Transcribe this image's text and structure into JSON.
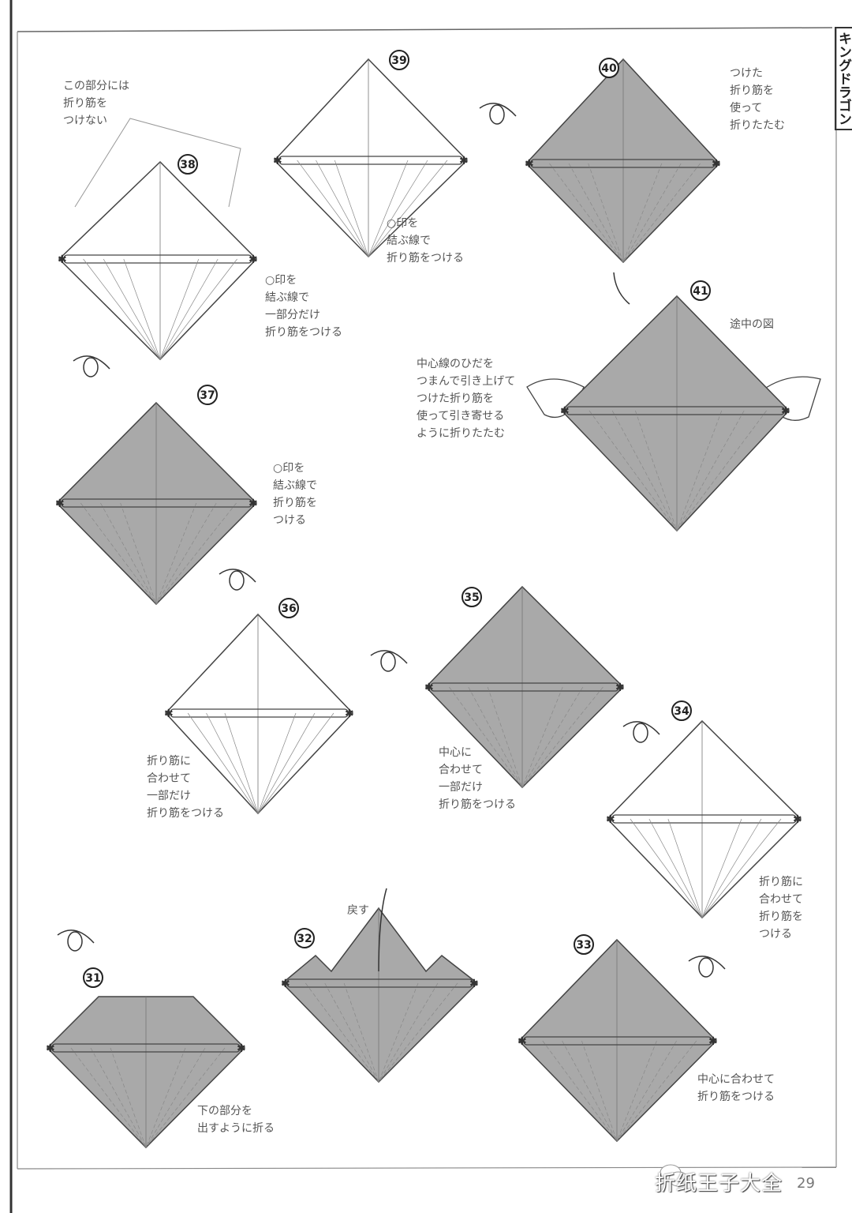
{
  "side_title": "キングドラゴン",
  "page_number": "29",
  "watermark": "折纸王子大全",
  "colors": {
    "paper_shaded": "#a9a9a9",
    "paper_white": "#ffffff",
    "line": "#444444"
  },
  "steps": [
    {
      "number": "31",
      "shaded": true,
      "notes": [
        [
          "下の部分を",
          "出すように折る"
        ]
      ]
    },
    {
      "number": "32",
      "shaded": true,
      "notes": [
        [
          "戻す"
        ]
      ]
    },
    {
      "number": "33",
      "shaded": true,
      "notes": [
        [
          "中心に合わせて",
          "折り筋をつける"
        ]
      ]
    },
    {
      "number": "34",
      "shaded": false,
      "notes": [
        [
          "折り筋に",
          "合わせて",
          "折り筋を",
          "つける"
        ]
      ]
    },
    {
      "number": "35",
      "shaded": true,
      "notes": [
        [
          "中心に",
          "合わせて",
          "一部だけ",
          "折り筋をつける"
        ]
      ]
    },
    {
      "number": "36",
      "shaded": false,
      "notes": [
        [
          "折り筋に",
          "合わせて",
          "一部だけ",
          "折り筋をつける"
        ]
      ]
    },
    {
      "number": "37",
      "shaded": true,
      "notes": [
        [
          "○印を",
          "結ぶ線で",
          "折り筋を",
          "つける"
        ]
      ]
    },
    {
      "number": "38",
      "shaded": false,
      "notes": [
        [
          "この部分には",
          "折り筋を",
          "つけない"
        ],
        [
          "○印を",
          "結ぶ線で",
          "一部分だけ",
          "折り筋をつける"
        ]
      ]
    },
    {
      "number": "39",
      "shaded": false,
      "notes": [
        [
          "○印を",
          "結ぶ線で",
          "折り筋をつける"
        ]
      ]
    },
    {
      "number": "40",
      "shaded": true,
      "notes": [
        [
          "つけた",
          "折り筋を",
          "使って",
          "折りたたむ"
        ]
      ]
    },
    {
      "number": "41",
      "shaded": true,
      "notes": [
        [
          "途中の図"
        ],
        [
          "中心線のひだを",
          "つまんで引き上げて",
          "つけた折り筋を",
          "使って引き寄せる",
          "ように折りたたむ"
        ]
      ]
    }
  ],
  "icons": [
    "turn-over-icon",
    "fold-arrow-icon",
    "hand-icon",
    "wechat-icon"
  ]
}
